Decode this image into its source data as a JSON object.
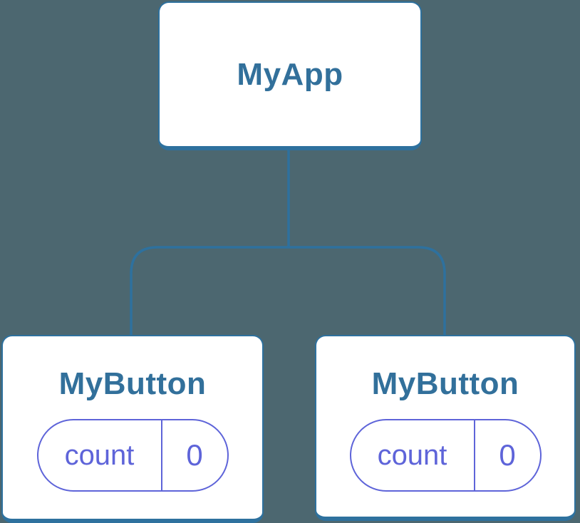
{
  "diagram": {
    "type": "component-tree",
    "root": {
      "label": "MyApp"
    },
    "children": [
      {
        "label": "MyButton",
        "state_pill": {
          "name": "count",
          "value": "0"
        }
      },
      {
        "label": "MyButton",
        "state_pill": {
          "name": "count",
          "value": "0"
        }
      }
    ],
    "colors": {
      "background": "#4C6770",
      "node_fill": "#FFFFFF",
      "node_border": "#2E719E",
      "node_label": "#32709B",
      "state_accent": "#5E64D9",
      "connector": "#2E719E"
    }
  }
}
